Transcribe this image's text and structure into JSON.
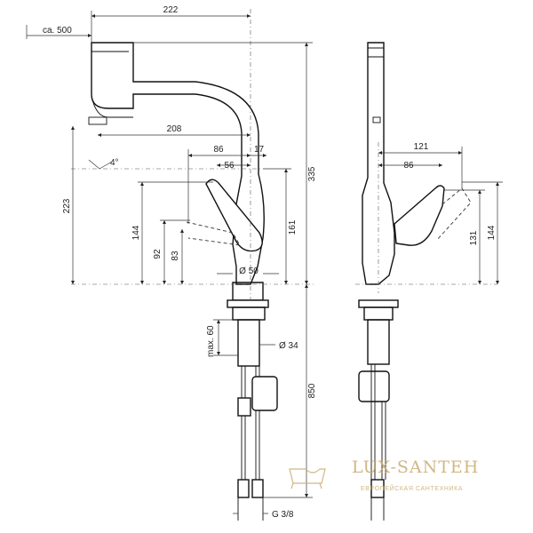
{
  "dimensions": {
    "reach": "222",
    "pull_out_length": "ca. 500",
    "spout_reach": "208",
    "handle_reach_front": "86",
    "handle_offset": "56",
    "spout_offset": "17",
    "total_height": "335",
    "spout_height": "223",
    "handle_height_front": "144",
    "lever_height": "92",
    "lever_base_height": "83",
    "body_height_front": "161",
    "base_diameter": "Ø 50",
    "hole_diameter": "Ø 34",
    "max_counter_thickness": "max. 60",
    "hose_length": "850",
    "connection_thread": "G 3/8",
    "side_reach": "121",
    "side_handle_reach": "86",
    "side_body_height": "131",
    "side_handle_height": "144",
    "spray_angle": "4°"
  },
  "watermark": {
    "brand": "LUX-SANTEH",
    "tagline": "ЕВРОПЕЙСКАЯ САНТЕХНИКА"
  },
  "colors": {
    "line": "#111111",
    "watermark": "#c9ab6f"
  }
}
